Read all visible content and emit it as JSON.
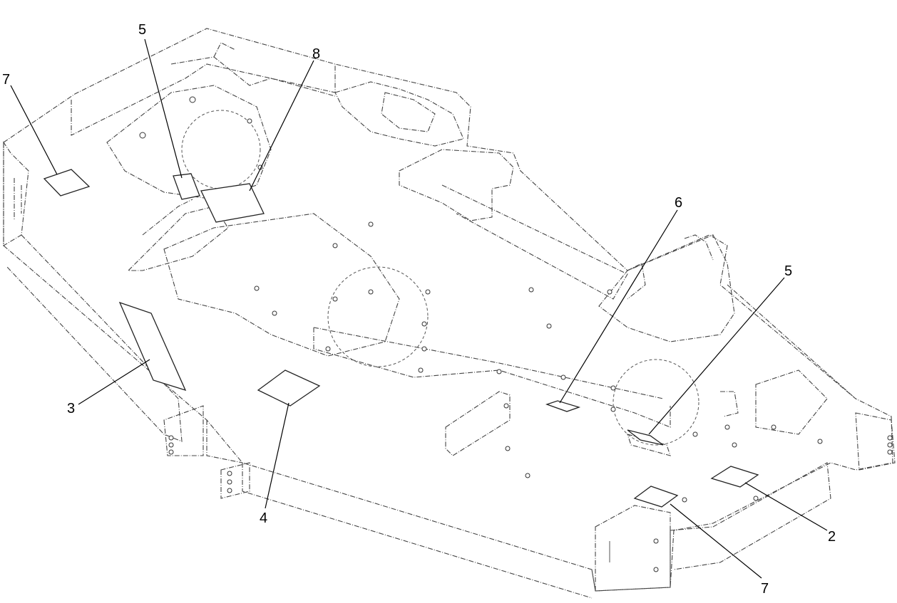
{
  "callouts": [
    {
      "id": "7a",
      "label": "7"
    },
    {
      "id": "5a",
      "label": "5"
    },
    {
      "id": "8",
      "label": "8"
    },
    {
      "id": "6",
      "label": "6"
    },
    {
      "id": "5b",
      "label": "5"
    },
    {
      "id": "3",
      "label": "3"
    },
    {
      "id": "4",
      "label": "4"
    },
    {
      "id": "7b",
      "label": "7"
    },
    {
      "id": "2",
      "label": "2"
    }
  ]
}
